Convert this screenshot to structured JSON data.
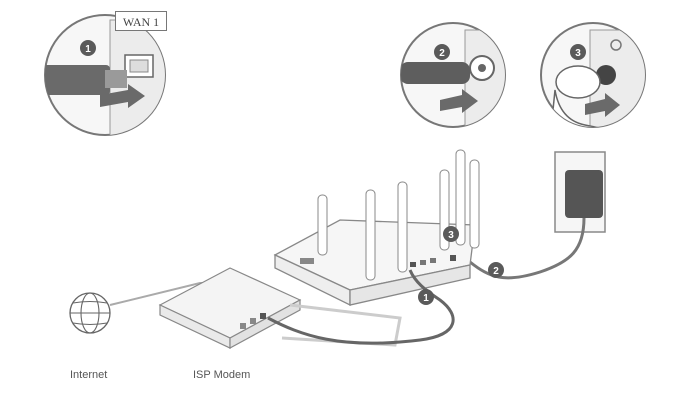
{
  "labels": {
    "wan": "WAN 1",
    "internet": "Internet",
    "isp_modem": "ISP Modem"
  },
  "steps": [
    "1",
    "2",
    "3"
  ],
  "colors": {
    "line": "#8a8a8a",
    "cable": "#777777",
    "badge": "#5a5a5a",
    "device": "#f2f2f2",
    "arrow": "#6a6a6a"
  }
}
